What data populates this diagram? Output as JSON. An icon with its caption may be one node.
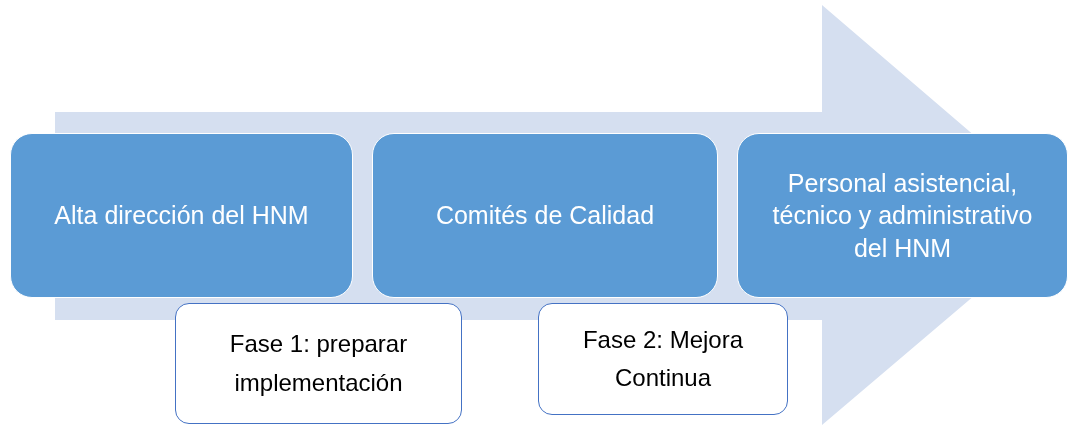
{
  "diagram": {
    "nodes": [
      {
        "text": [
          "Alta dirección del HNM"
        ]
      },
      {
        "text": [
          "Comités de Calidad"
        ]
      },
      {
        "text": [
          "Personal asistencial, técnico y administrativo del HNM"
        ]
      },
      {
        "text": [
          "Fase 1: preparar implementación"
        ]
      },
      {
        "text": [
          "Fase 2: Mejora Continua"
        ]
      }
    ],
    "edges": [
      {
        "from": 0,
        "to": 2,
        "arrow": "to",
        "style": "thick"
      }
    ]
  }
}
